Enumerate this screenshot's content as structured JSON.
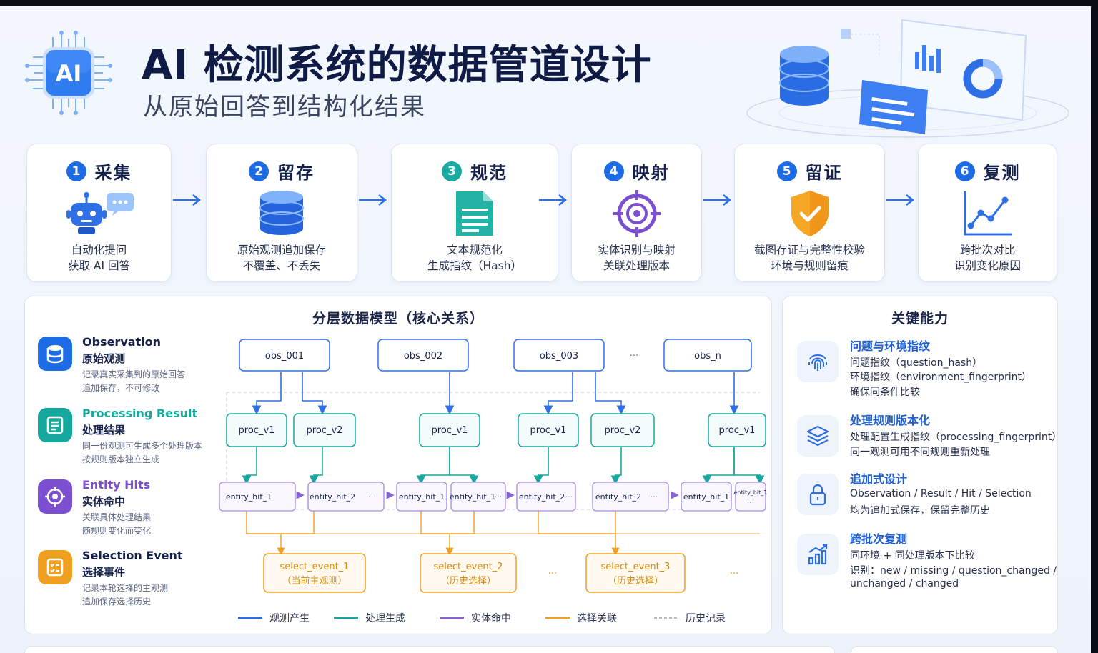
{
  "header": {
    "logo_text": "AI",
    "title": "AI 检测系统的数据管道设计",
    "subtitle": "从原始回答到结构化结果"
  },
  "steps": [
    {
      "num": "1",
      "title": "采集",
      "desc1": "自动化提问",
      "desc2": "获取 AI 回答",
      "color": "#1e6be6",
      "icon": "robot-icon"
    },
    {
      "num": "2",
      "title": "留存",
      "desc1": "原始观测追加保存",
      "desc2": "不覆盖、不丢失",
      "color": "#1e6be6",
      "icon": "database-icon"
    },
    {
      "num": "3",
      "title": "规范",
      "desc1": "文本规范化",
      "desc2": "生成指纹（Hash）",
      "color": "#1aa9a0",
      "icon": "document-icon"
    },
    {
      "num": "4",
      "title": "映射",
      "desc1": "实体识别与映射",
      "desc2": "关联处理版本",
      "color": "#1e6be6",
      "icon": "target-icon"
    },
    {
      "num": "5",
      "title": "留证",
      "desc1": "截图存证与完整性校验",
      "desc2": "环境与规则留痕",
      "color": "#1e6be6",
      "icon": "shield-check-icon"
    },
    {
      "num": "6",
      "title": "复测",
      "desc1": "跨批次对比",
      "desc2": "识别变化原因",
      "color": "#1e6be6",
      "icon": "trend-chart-icon"
    }
  ],
  "model": {
    "title": "分层数据模型（核心关系）",
    "layers": [
      {
        "en": "Observation",
        "cn": "原始观测",
        "d1": "记录真实采集到的原始回答",
        "d2": "追加保存，不可修改",
        "color": "#1e6be6"
      },
      {
        "en": "Processing Result",
        "cn": "处理结果",
        "d1": "同一份观测可生成多个处理版本",
        "d2": "按规则版本独立生成",
        "color": "#16a89c"
      },
      {
        "en": "Entity Hits",
        "cn": "实体命中",
        "d1": "关联具体处理结果",
        "d2": "随规则变化而变化",
        "color": "#7b4fd0"
      },
      {
        "en": "Selection Event",
        "cn": "选择事件",
        "d1": "记录本轮选择的主观测",
        "d2": "追加保存选择历史",
        "color": "#f0a020"
      }
    ],
    "observations": [
      "obs_001",
      "obs_002",
      "obs_003",
      "···",
      "obs_n"
    ],
    "procs": [
      "proc_v1",
      "proc_v2",
      "proc_v1",
      "proc_v1",
      "proc_v2",
      "proc_v1"
    ],
    "hits": [
      "entity_hit_1",
      "entity_hit_2",
      "···",
      "entity_hit_1",
      "entity_hit_1",
      "···",
      "entity_hit_2",
      "···",
      "entity_hit_2",
      "···",
      "entity_hit_1",
      "entity_hit_1",
      "···"
    ],
    "selects": [
      {
        "name": "select_event_1",
        "note": "（当前主观测）"
      },
      {
        "name": "select_event_2",
        "note": "（历史选择）"
      },
      {
        "name": "select_event_3",
        "note": "（历史选择）"
      }
    ],
    "ellipsis": "···",
    "legend": [
      "观测产生",
      "处理生成",
      "实体命中",
      "选择关联",
      "历史记录"
    ]
  },
  "capabilities": {
    "title": "关键能力",
    "items": [
      {
        "name": "问题与环境指纹",
        "lines": [
          "问题指纹（question_hash）",
          "环境指纹（environment_fingerprint）",
          "确保同条件比较"
        ],
        "icon": "fingerprint-icon"
      },
      {
        "name": "处理规则版本化",
        "lines": [
          "处理配置生成指纹（processing_fingerprint）",
          "同一观测可用不同规则重新处理"
        ],
        "icon": "layers-icon"
      },
      {
        "name": "追加式设计",
        "lines": [
          "Observation / Result / Hit / Selection",
          "均为追加式保存，保留完整历史"
        ],
        "icon": "lock-icon"
      },
      {
        "name": "跨批次复测",
        "lines": [
          "同环境 + 同处理版本下比较",
          "识别：new / missing / question_changed /",
          "unchanged / changed"
        ],
        "icon": "bar-chart-icon"
      }
    ]
  },
  "colors": {
    "blue": "#1e6be6",
    "teal": "#16a89c",
    "purple": "#7b4fd0",
    "orange": "#f0a020"
  }
}
